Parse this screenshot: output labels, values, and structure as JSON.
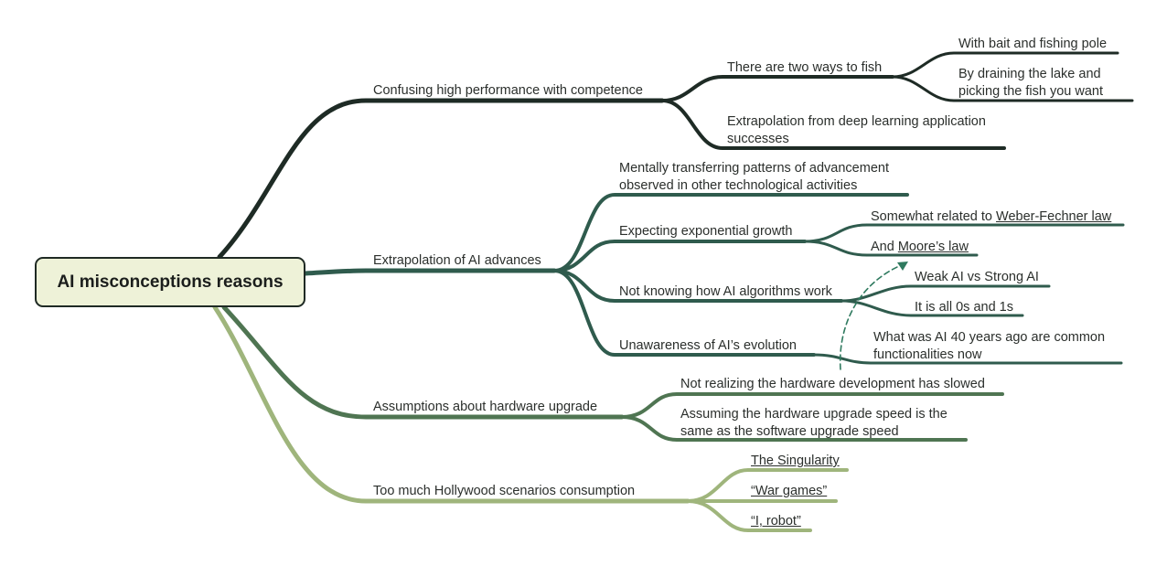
{
  "root": {
    "label": "AI misconceptions reasons"
  },
  "colors": {
    "dark": "#1e2b25",
    "mid": "#2f5b4d",
    "mid2": "#4f7552",
    "light": "#9fb57c",
    "root_fill": "#eef2d8"
  },
  "branches": {
    "confusing": {
      "label": "Confusing high performance with competence",
      "two_ways": {
        "label": "There are two ways to fish",
        "bait": "With bait and fishing pole",
        "drain_line1": "By draining the lake and",
        "drain_line2": "picking the fish you want"
      },
      "extrap_dl_line1": "Extrapolation from deep learning application",
      "extrap_dl_line2": "successes"
    },
    "extrapolation": {
      "label": "Extrapolation of AI advances",
      "mentally_line1": "Mentally transferring patterns of advancement",
      "mentally_line2": "observed in other technological activities",
      "exponential": {
        "label": "Expecting exponential growth",
        "weber_prefix": "Somewhat related to ",
        "weber_link": "Weber-Fechner law",
        "moore_prefix": "And ",
        "moore_link": "Moore’s law"
      },
      "not_knowing": {
        "label": "Not knowing how AI algorithms work",
        "weak_strong": "Weak AI vs Strong AI",
        "zeros_ones": "It is all 0s and 1s"
      },
      "unawareness": {
        "label": "Unawareness of AI’s evolution",
        "forty_line1": "What was AI 40 years ago are common",
        "forty_line2": "functionalities now"
      }
    },
    "hardware": {
      "label": "Assumptions about hardware upgrade",
      "slowed": "Not realizing the hardware development has slowed",
      "speed_line1": "Assuming the hardware upgrade speed is the",
      "speed_line2": "same as the software upgrade speed"
    },
    "hollywood": {
      "label": "Too much Hollywood scenarios consumption",
      "singularity": "The Singularity",
      "war_games": "“War games”",
      "i_robot": "“I, robot”"
    }
  }
}
